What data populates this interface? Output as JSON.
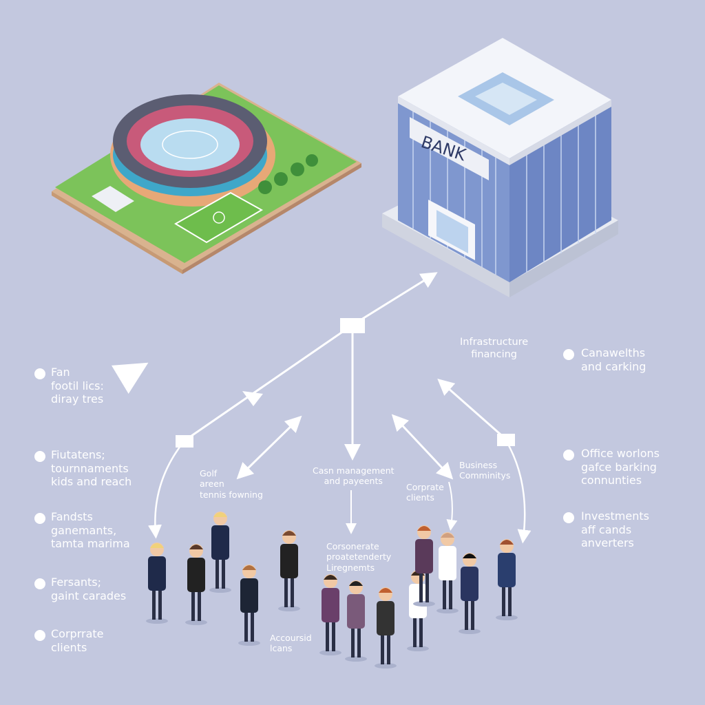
{
  "bank_sign": "BANK",
  "left_items": [
    {
      "lines": [
        "Fan",
        "footil lics:",
        "diray tres"
      ]
    },
    {
      "lines": [
        "Fiutatens;",
        "tournnaments",
        "kids and reach"
      ]
    },
    {
      "lines": [
        "Fandsts",
        "ganemants,",
        "tamta marima"
      ]
    },
    {
      "lines": [
        "Fersants;",
        "gaint carades"
      ]
    },
    {
      "lines": [
        "Corprrate",
        "clients"
      ]
    }
  ],
  "right_items": [
    {
      "lines": [
        "Canawelths",
        "and carking"
      ]
    },
    {
      "lines": [
        "Office worlons",
        "gafce barking",
        "connunties"
      ]
    },
    {
      "lines": [
        "Investments",
        "aff cands",
        "anverters"
      ]
    }
  ],
  "center_labels": {
    "infrastructure": [
      "Infrastructure",
      "financing"
    ],
    "golf": [
      "Golf",
      "areen",
      "tennis fowning"
    ],
    "cash": [
      "Casn management",
      "and payeents"
    ],
    "corporate": [
      "Corprate",
      "clients"
    ],
    "business": [
      "Business",
      "Comminitys"
    ],
    "corsonerate": [
      "Corsonerate",
      "proatetenderty",
      "Liregnemts"
    ],
    "accounts": [
      "Accoursid",
      "lcans"
    ]
  },
  "colors": {
    "background": "#c3c8df",
    "glass": "#7f97cf",
    "grass": "#7cc35a"
  }
}
